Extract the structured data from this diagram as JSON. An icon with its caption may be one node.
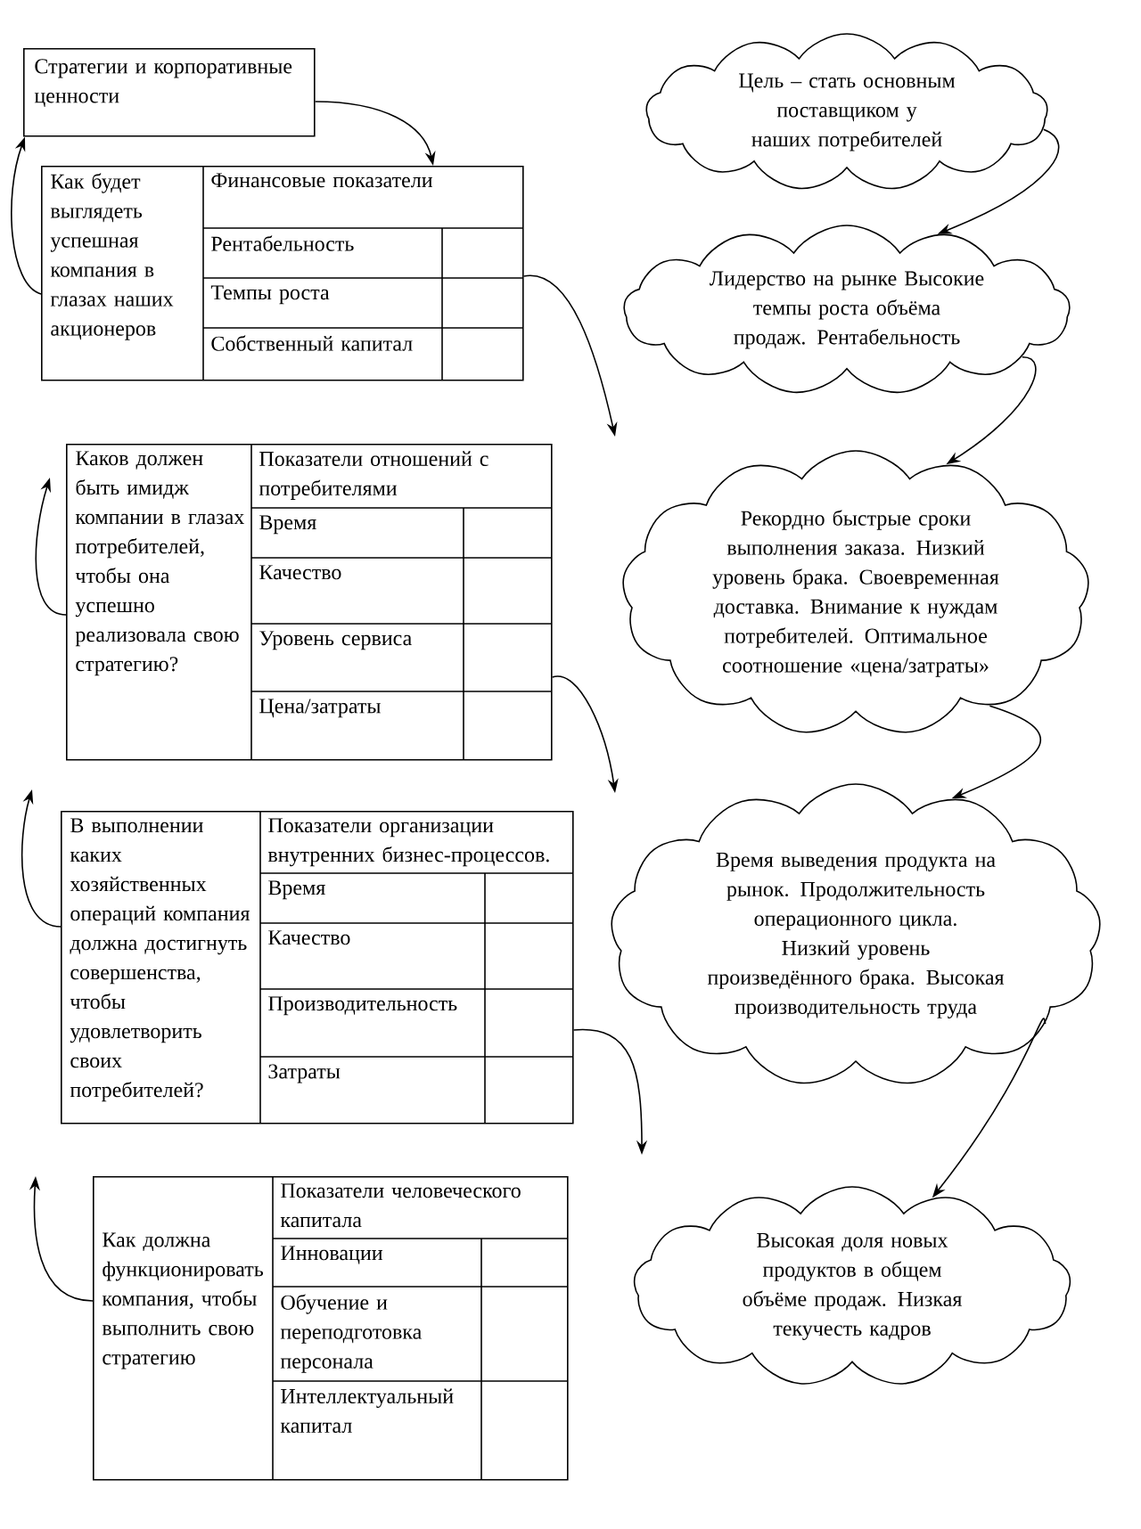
{
  "diagram": {
    "nodes": [
      {
        "text": [
          "Стратегии и корпоративные ценности"
        ]
      },
      {
        "text": [
          "Цель – стать основным поставщиком у наших потребителей"
        ]
      },
      {
        "text": [
          "Как будет выглядеть успешная компания в глазах наших акционеров",
          "Финансовые показатели",
          "Рентабельность",
          "Темпы роста",
          "Собственный капитал"
        ]
      },
      {
        "text": [
          "Лидерство на рынке Высокие темпы роста объёма продаж. Рентабельность"
        ]
      },
      {
        "text": [
          "Каков должен быть имидж компании в глазах потребителей, чтобы она успешно реализовала свою стратегию?",
          "Показатели отношений с потребителями",
          "Время",
          "Качество",
          "Уровень сервиса",
          "Цена/затраты"
        ]
      },
      {
        "text": [
          "Рекордно быстрые сроки выполнения заказа. Низкий уровень брака. Своевременная доставка. Внимание к нуждам потребителей. Оптимальное соотношение «цена/затраты»"
        ]
      },
      {
        "text": [
          "В выполнении каких хозяйственных операций компания должна достигнуть совершенства, чтобы удовлетворить своих потребителей?",
          "Показатели организации внутренних бизнес-процессов.",
          "Время",
          "Качество",
          "Производительность",
          "Затраты"
        ]
      },
      {
        "text": [
          "Время выведения продукта на рынок. Продолжительность операционного цикла. Низкий уровень произведённого брака. Высокая производительность труда"
        ]
      },
      {
        "text": [
          "Как должна функционировать компания, чтобы выполнить свою стратегию",
          "Показатели человеческого капитала",
          "Инновации",
          "Обучение и переподготовка персонала",
          "Интеллектуальный капитал"
        ]
      },
      {
        "text": [
          "Высокая доля новых продуктов в общем объёме продаж. Низкая текучесть кадров"
        ]
      }
    ],
    "edges": [
      {
        "from": 0,
        "to": 2,
        "arrow": "to"
      },
      {
        "from": 2,
        "to": 0,
        "arrow": "to"
      },
      {
        "from": 1,
        "to": 3,
        "arrow": "to"
      },
      {
        "from": 2,
        "to": null,
        "arrow": "to"
      },
      {
        "from": 3,
        "to": 5,
        "arrow": "to"
      },
      {
        "from": 4,
        "to": null,
        "arrow": "to"
      },
      {
        "from": 4,
        "to": null,
        "arrow": "to"
      },
      {
        "from": 5,
        "to": 7,
        "arrow": "to"
      },
      {
        "from": 6,
        "to": null,
        "arrow": "to"
      },
      {
        "from": 6,
        "to": null,
        "arrow": "to"
      },
      {
        "from": 7,
        "to": 9,
        "arrow": "to"
      },
      {
        "from": 8,
        "to": null,
        "arrow": "to"
      }
    ]
  }
}
